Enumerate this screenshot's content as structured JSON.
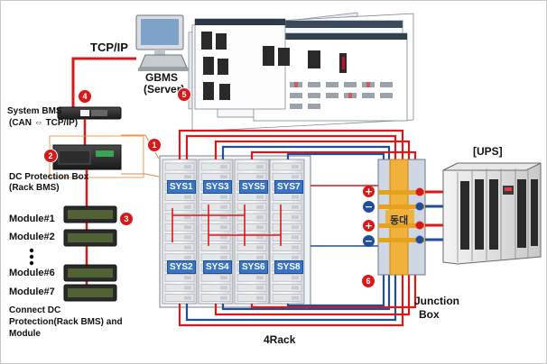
{
  "labels": {
    "tcpip": "TCP/IP",
    "gbms": "GBMS",
    "server": "(Server)",
    "system_bms": "System BMS",
    "can_tcpip": "(CAN ⇔ TCP/IP)",
    "dc_protection_box": "DC Protection Box",
    "rack_bms": "(Rack BMS)",
    "module1": "Module#1",
    "module2": "Module#2",
    "module6": "Module#6",
    "module7": "Module#7",
    "connect_line1": "Connect DC",
    "connect_line2": "Protection(Rack BMS) and",
    "connect_line3": "Module",
    "rack_count": "4Rack",
    "ups": "[UPS]",
    "junction_line1": "Junction",
    "junction_line2": "Box",
    "busbar": "동대"
  },
  "systems": [
    "SYS1",
    "SYS3",
    "SYS5",
    "SYS7",
    "SYS2",
    "SYS4",
    "SYS6",
    "SYS8"
  ],
  "markers": [
    "1",
    "2",
    "3",
    "4",
    "5",
    "6"
  ],
  "polarity": {
    "plus": "+",
    "minus": "−"
  },
  "icons": {
    "monitor": "computer-monitor-icon",
    "laptop": "laptop-icon",
    "rack": "battery-rack-icon",
    "ups": "ups-cabinet-icon"
  },
  "colors": {
    "positive": "#d7191c",
    "negative": "#1f4f9c",
    "busbar": "#e8a11a",
    "badge": "#d7191c",
    "sys_label": "#3a74c4"
  }
}
